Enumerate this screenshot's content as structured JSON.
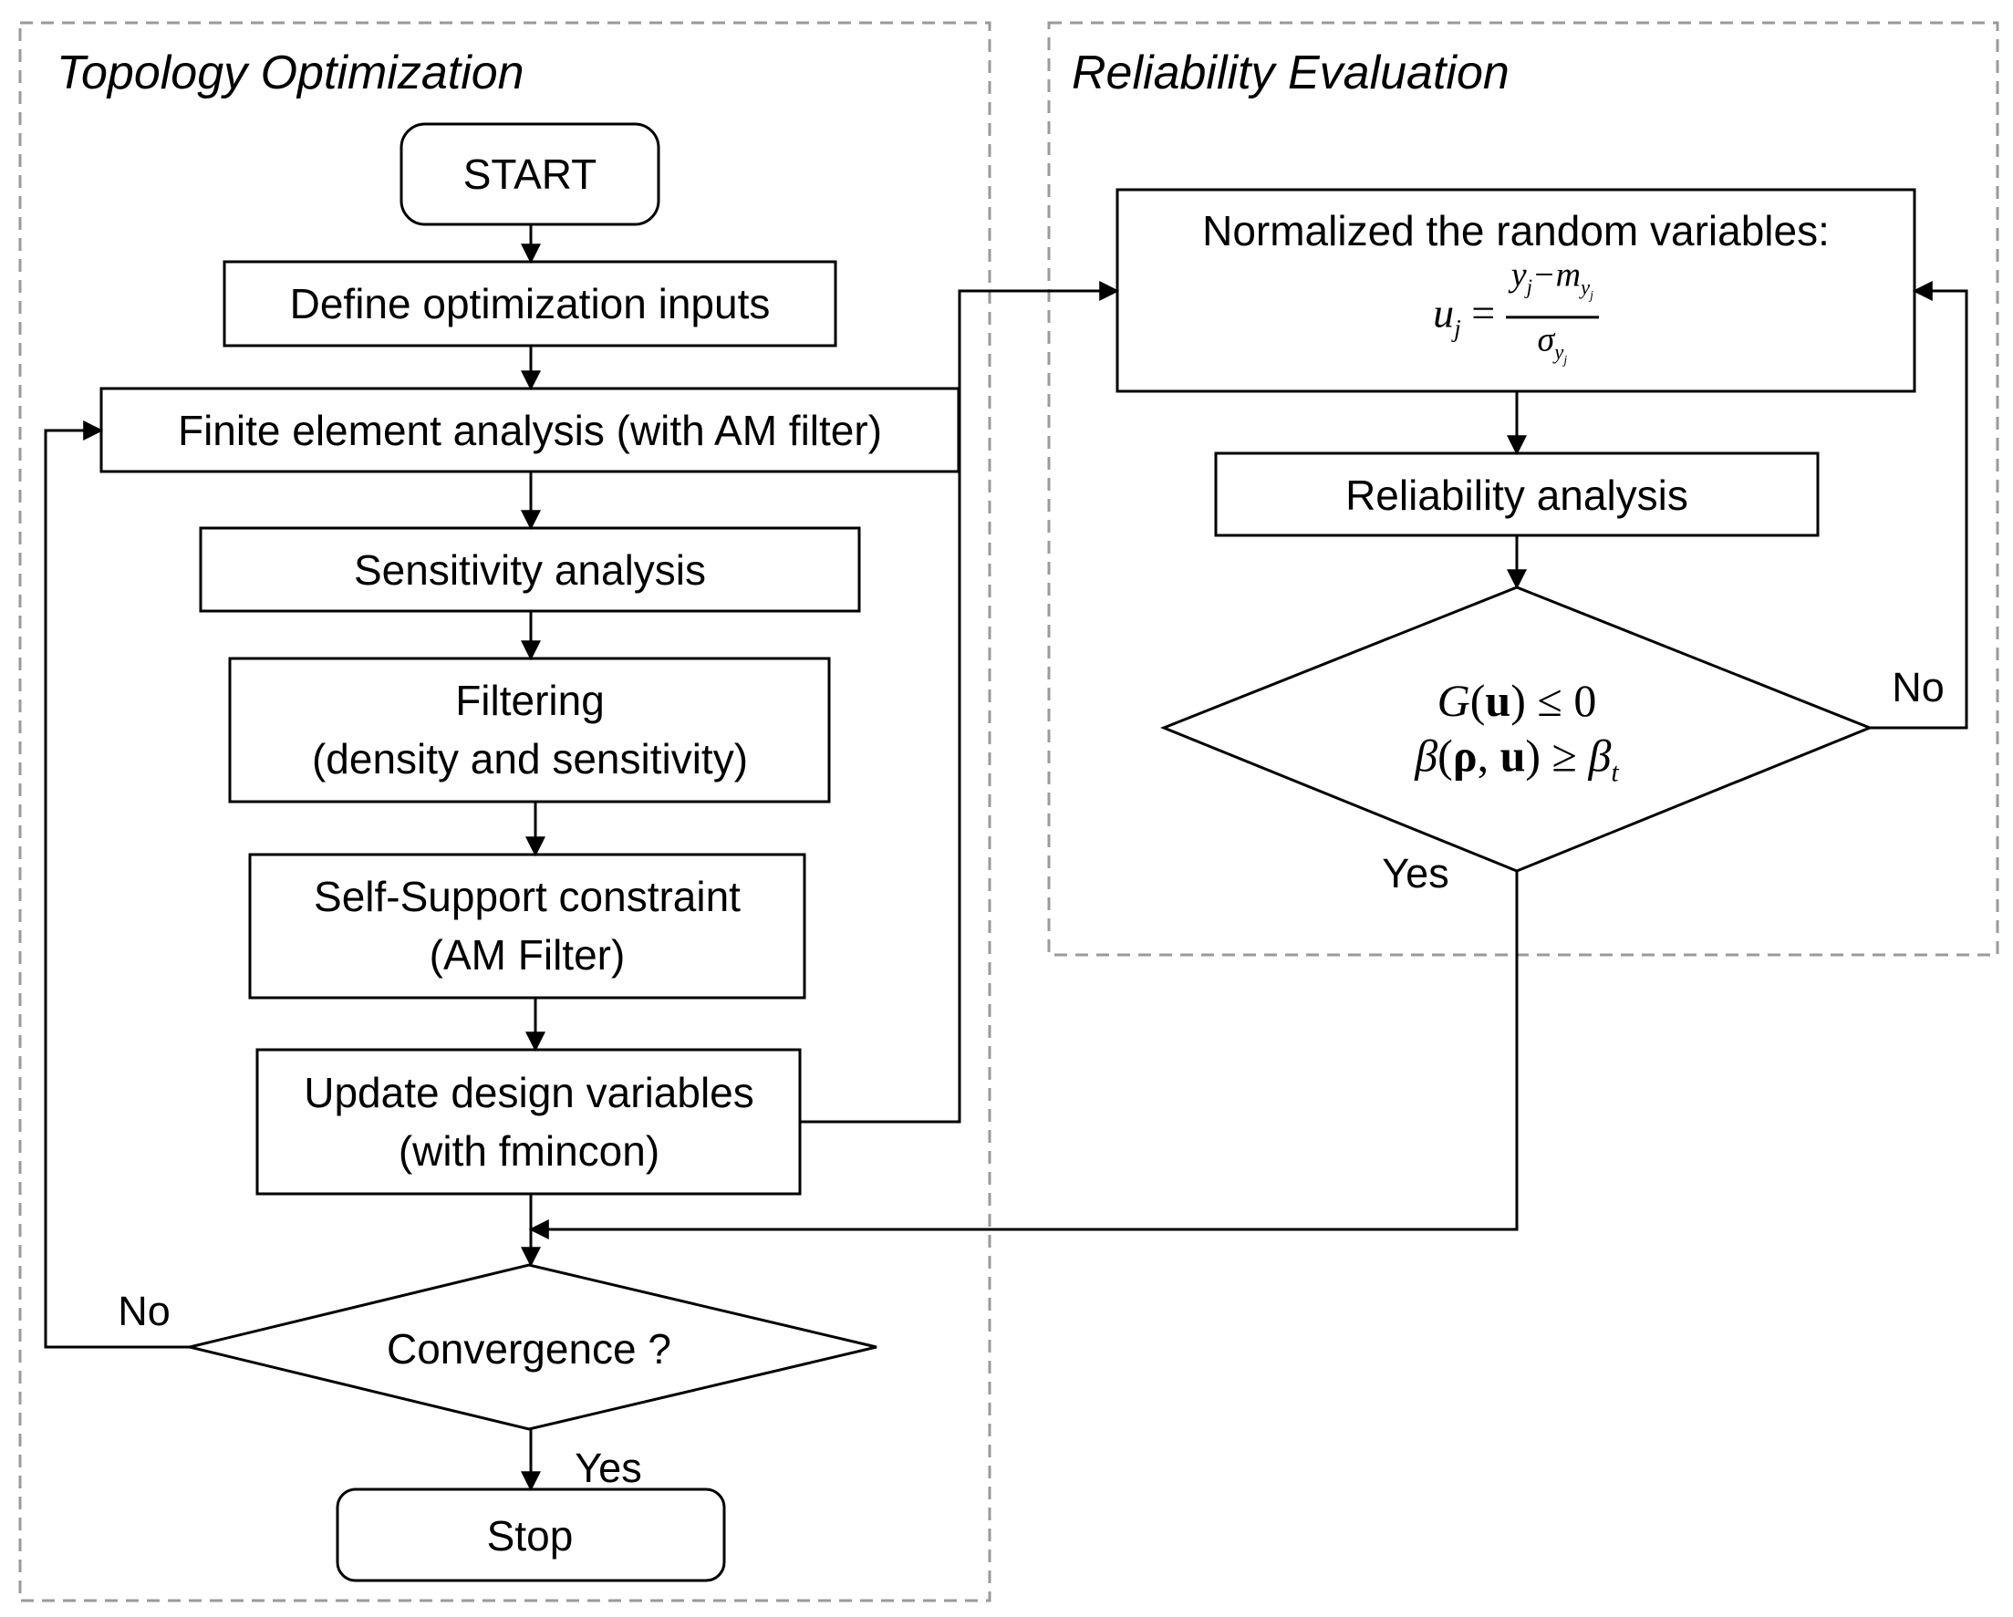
{
  "sections": {
    "topology": "Topology Optimization",
    "reliability": "Reliability Evaluation"
  },
  "nodes": {
    "start": "START",
    "define": "Define optimization inputs",
    "fea": "Finite element analysis (with AM filter)",
    "sensitivity": "Sensitivity analysis",
    "filtering_l1": "Filtering",
    "filtering_l2": "(density and sensitivity)",
    "selfsupport_l1": "Self-Support constraint",
    "selfsupport_l2": "(AM Filter)",
    "update_l1": "Update design variables",
    "update_l2": "(with fmincon)",
    "convergence": "Convergence ?",
    "stop": "Stop",
    "normalized_title": "Normalized the random variables:",
    "normalized_formula": {
      "lhs": "u",
      "lhs_sub": "j",
      "eq": "=",
      "numerator": "y",
      "numerator_sub": "j",
      "minus": "−",
      "numerator_m": "m",
      "numerator_m_sub": "y",
      "numerator_m_subsub": "j",
      "denominator": "σ",
      "denominator_sub": "y",
      "denominator_subsub": "j"
    },
    "reliability_analysis": "Reliability analysis",
    "constraint_1": {
      "g": "G",
      "arg": "u",
      "rest": "≤ 0"
    },
    "constraint_2": {
      "beta": "β",
      "rho": "ρ",
      "u": "u",
      "geq": "≥",
      "beta_t": "β",
      "t": "t"
    }
  },
  "labels": {
    "conv_no": "No",
    "conv_yes": "Yes",
    "rel_no": "No",
    "rel_yes": "Yes"
  }
}
